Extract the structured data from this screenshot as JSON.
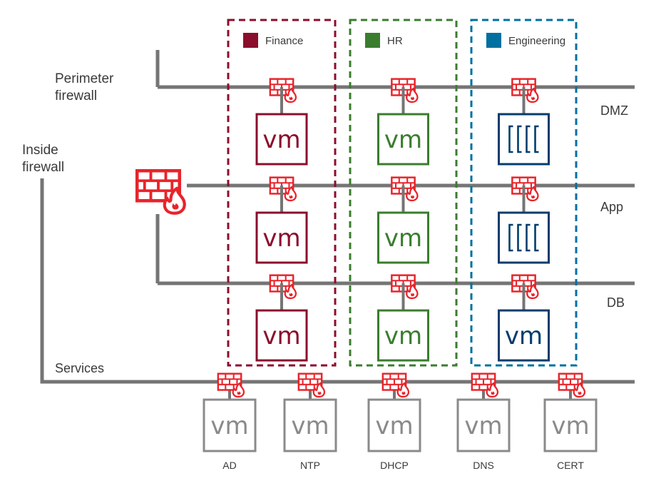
{
  "colors": {
    "finance": "#8b0e2c",
    "hr": "#3a7d2e",
    "engineering": "#003d6e",
    "engineering_legend": "#0070a0",
    "service_vm": "#8a8a8a",
    "network_line": "#757575",
    "firewall": "#e8242b"
  },
  "icons": {
    "firewall": "firewall-icon",
    "vm": "vm-icon",
    "container": "container-icon"
  },
  "labels": {
    "perimeter_firewall_line1": "Perimeter",
    "perimeter_firewall_line2": "firewall",
    "inside_firewall_line1": "Inside",
    "inside_firewall_line2": "firewall",
    "services": "Services"
  },
  "tiers": [
    {
      "key": "dmz",
      "label": "DMZ"
    },
    {
      "key": "app",
      "label": "App"
    },
    {
      "key": "db",
      "label": "DB"
    }
  ],
  "groups": [
    {
      "key": "finance",
      "label": "Finance",
      "workloads": [
        "vm",
        "vm",
        "vm"
      ]
    },
    {
      "key": "hr",
      "label": "HR",
      "workloads": [
        "vm",
        "vm",
        "vm"
      ]
    },
    {
      "key": "engineering",
      "label": "Engineering",
      "workloads": [
        "container",
        "container",
        "vm"
      ]
    }
  ],
  "vm_label": "vm",
  "services": [
    {
      "label": "AD",
      "vm": "vm"
    },
    {
      "label": "NTP",
      "vm": "vm"
    },
    {
      "label": "DHCP",
      "vm": "vm"
    },
    {
      "label": "DNS",
      "vm": "vm"
    },
    {
      "label": "CERT",
      "vm": "vm"
    }
  ]
}
